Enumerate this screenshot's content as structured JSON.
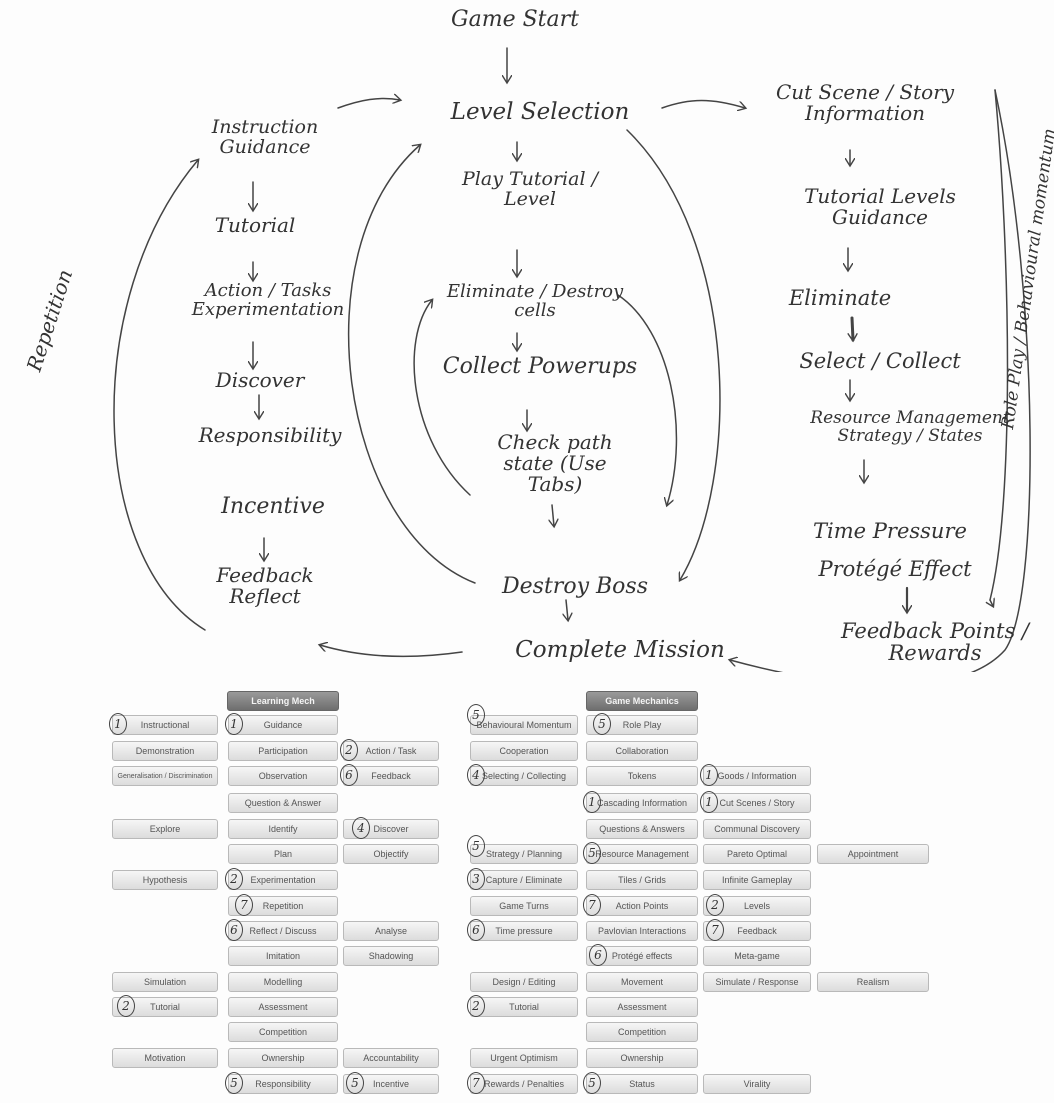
{
  "sketch": {
    "game_start": "Game Start",
    "level_selection": "Level Selection",
    "instruction_guidance": "Instruction Guidance",
    "tutorial": "Tutorial",
    "action_tasks": "Action / Tasks Experimentation",
    "discover": "Discover",
    "responsibility": "Responsibility",
    "incentive": "Incentive",
    "feedback_reflect": "Feedback Reflect",
    "repetition": "Repetition",
    "play_tutorial_level": "Play Tutorial / Level",
    "eliminate_destroy_cells": "Eliminate / Destroy cells",
    "collect_powerups": "Collect Powerups",
    "check_path_state": "Check path state (Use Tabs)",
    "destroy_boss": "Destroy Boss",
    "complete_mission": "Complete Mission",
    "cut_scene_story": "Cut Scene / Story Information",
    "tutorial_levels_guidance": "Tutorial Levels Guidance",
    "eliminate": "Eliminate",
    "select_collect": "Select / Collect",
    "resource_management": "Resource Management Strategy / States",
    "time_pressure": "Time Pressure",
    "protege_effect": "Protégé Effect",
    "feedback_points_rewards": "Feedback Points / Rewards",
    "role_play_momentum": "Role Play / Behavioural momentum"
  },
  "learning_mechanics": {
    "header": "Learning Mech",
    "col1": [
      {
        "label": "Instructional",
        "mark": "1"
      },
      {
        "label": "Demonstration",
        "mark": ""
      },
      {
        "label": "Generalisation / Discrimination",
        "mark": ""
      },
      {
        "label": "Explore",
        "mark": ""
      },
      {
        "label": "Hypothesis",
        "mark": ""
      },
      {
        "label": "Simulation",
        "mark": ""
      },
      {
        "label": "Tutorial",
        "mark": "2"
      },
      {
        "label": "Motivation",
        "mark": ""
      }
    ],
    "col2": [
      {
        "label": "Guidance",
        "mark": "1"
      },
      {
        "label": "Participation",
        "mark": ""
      },
      {
        "label": "Observation",
        "mark": ""
      },
      {
        "label": "Question & Answer",
        "mark": ""
      },
      {
        "label": "Identify",
        "mark": ""
      },
      {
        "label": "Plan",
        "mark": ""
      },
      {
        "label": "Experimentation",
        "mark": "2"
      },
      {
        "label": "Repetition",
        "mark": "7"
      },
      {
        "label": "Reflect / Discuss",
        "mark": "6"
      },
      {
        "label": "Imitation",
        "mark": ""
      },
      {
        "label": "Modelling",
        "mark": ""
      },
      {
        "label": "Assessment",
        "mark": ""
      },
      {
        "label": "Competition",
        "mark": ""
      },
      {
        "label": "Ownership",
        "mark": ""
      },
      {
        "label": "Responsibility",
        "mark": "5"
      }
    ],
    "col3": [
      {
        "label": "Action / Task",
        "mark": "2"
      },
      {
        "label": "Feedback",
        "mark": "6"
      },
      {
        "label": "Discover",
        "mark": "4"
      },
      {
        "label": "Objectify",
        "mark": ""
      },
      {
        "label": "Analyse",
        "mark": ""
      },
      {
        "label": "Shadowing",
        "mark": ""
      },
      {
        "label": "Accountability",
        "mark": ""
      },
      {
        "label": "Incentive",
        "mark": "5"
      }
    ]
  },
  "game_mechanics": {
    "header": "Game Mechanics",
    "col1": [
      {
        "label": "Behavioural Momentum",
        "mark": "5"
      },
      {
        "label": "Cooperation",
        "mark": ""
      },
      {
        "label": "Selecting / Collecting",
        "mark": "4"
      },
      {
        "label": "Strategy / Planning",
        "mark": "5"
      },
      {
        "label": "Capture / Eliminate",
        "mark": "3"
      },
      {
        "label": "Game Turns",
        "mark": ""
      },
      {
        "label": "Time pressure",
        "mark": "6"
      },
      {
        "label": "Design / Editing",
        "mark": ""
      },
      {
        "label": "Tutorial",
        "mark": "2"
      },
      {
        "label": "Urgent Optimism",
        "mark": ""
      },
      {
        "label": "Rewards / Penalties",
        "mark": "7"
      }
    ],
    "col2": [
      {
        "label": "Role Play",
        "mark": "5"
      },
      {
        "label": "Collaboration",
        "mark": ""
      },
      {
        "label": "Tokens",
        "mark": ""
      },
      {
        "label": "Cascading Information",
        "mark": "1"
      },
      {
        "label": "Questions & Answers",
        "mark": ""
      },
      {
        "label": "Resource Management",
        "mark": "5"
      },
      {
        "label": "Tiles / Grids",
        "mark": ""
      },
      {
        "label": "Action Points",
        "mark": "7"
      },
      {
        "label": "Pavlovian Interactions",
        "mark": ""
      },
      {
        "label": "Protégé effects",
        "mark": "6"
      },
      {
        "label": "Movement",
        "mark": ""
      },
      {
        "label": "Assessment",
        "mark": ""
      },
      {
        "label": "Competition",
        "mark": ""
      },
      {
        "label": "Ownership",
        "mark": ""
      },
      {
        "label": "Status",
        "mark": "5"
      }
    ],
    "col3": [
      {
        "label": "Goods / Information",
        "mark": "1"
      },
      {
        "label": "Cut Scenes / Story",
        "mark": "1"
      },
      {
        "label": "Communal Discovery",
        "mark": ""
      },
      {
        "label": "Pareto Optimal",
        "mark": ""
      },
      {
        "label": "Infinite Gameplay",
        "mark": ""
      },
      {
        "label": "Levels",
        "mark": "2"
      },
      {
        "label": "Feedback",
        "mark": "7"
      },
      {
        "label": "Meta-game",
        "mark": ""
      },
      {
        "label": "Simulate / Response",
        "mark": ""
      },
      {
        "label": "Virality",
        "mark": ""
      }
    ],
    "col4": [
      {
        "label": "Appointment",
        "mark": ""
      },
      {
        "label": "Realism",
        "mark": ""
      }
    ]
  }
}
